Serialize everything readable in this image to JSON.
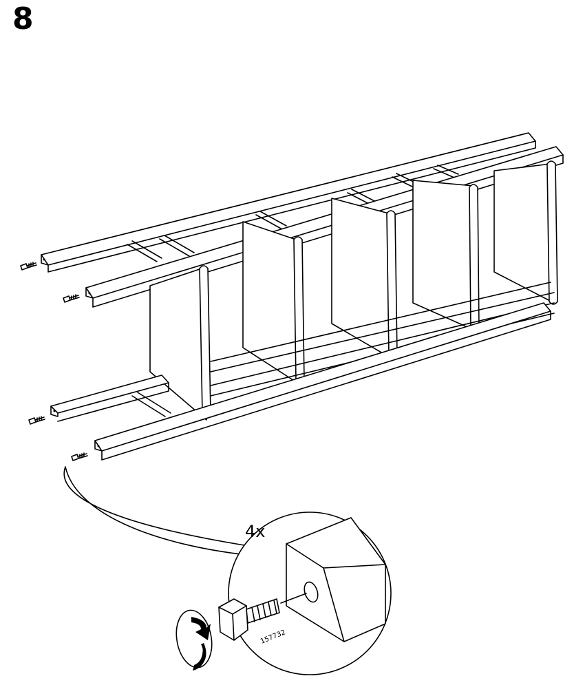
{
  "step": {
    "number": "8"
  },
  "detail": {
    "quantity": "4x",
    "part_number": "157732"
  },
  "colors": {
    "line": "#000000",
    "background": "#ffffff"
  }
}
